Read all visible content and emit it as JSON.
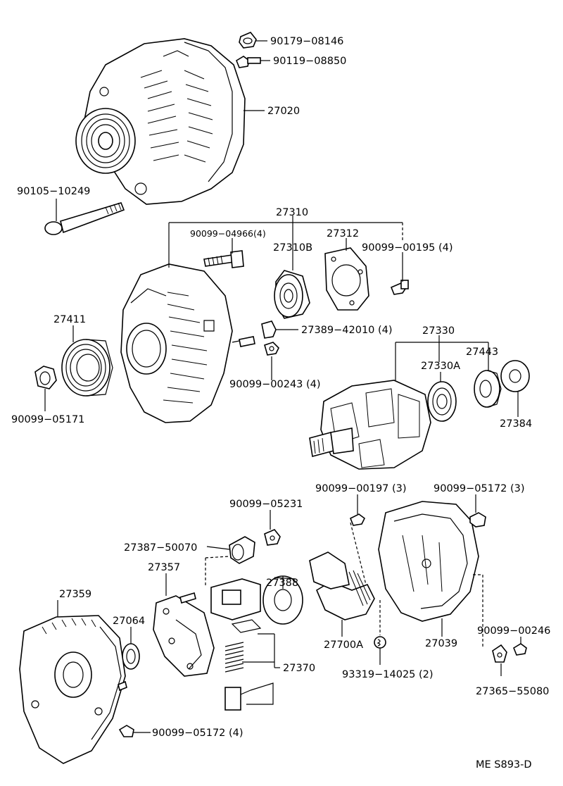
{
  "labels": {
    "p90179": "90179−08146",
    "p90119": "90119−08850",
    "p27020": "27020",
    "p90105": "90105−10249",
    "p27310": "27310",
    "p90099_04966": "90099−04966(4)",
    "p27312": "27312",
    "p27310B": "27310B",
    "p90099_00195": "90099−00195 (4)",
    "p27411": "27411",
    "p27389": "27389−42010 (4)",
    "p27330": "27330",
    "p27443": "27443",
    "p27330A": "27330A",
    "p90099_00243": "90099−00243 (4)",
    "p90099_05171": "90099−05171",
    "p27384": "27384",
    "p90099_00197": "90099−00197 (3)",
    "p90099_05172_3": "90099−05172 (3)",
    "p90099_05231": "90099−05231",
    "p27387": "27387−50070",
    "p27357": "27357",
    "p27388": "27388",
    "p27359": "27359",
    "p27064": "27064",
    "p27700A": "27700A",
    "p27039": "27039",
    "p90099_00246": "90099−00246",
    "p27370": "27370",
    "p93319": "93319−14025 (2)",
    "p27365": "27365−55080",
    "p90099_05172_4": "90099−05172 (4)"
  },
  "footer": {
    "code": "ME S893-D"
  }
}
